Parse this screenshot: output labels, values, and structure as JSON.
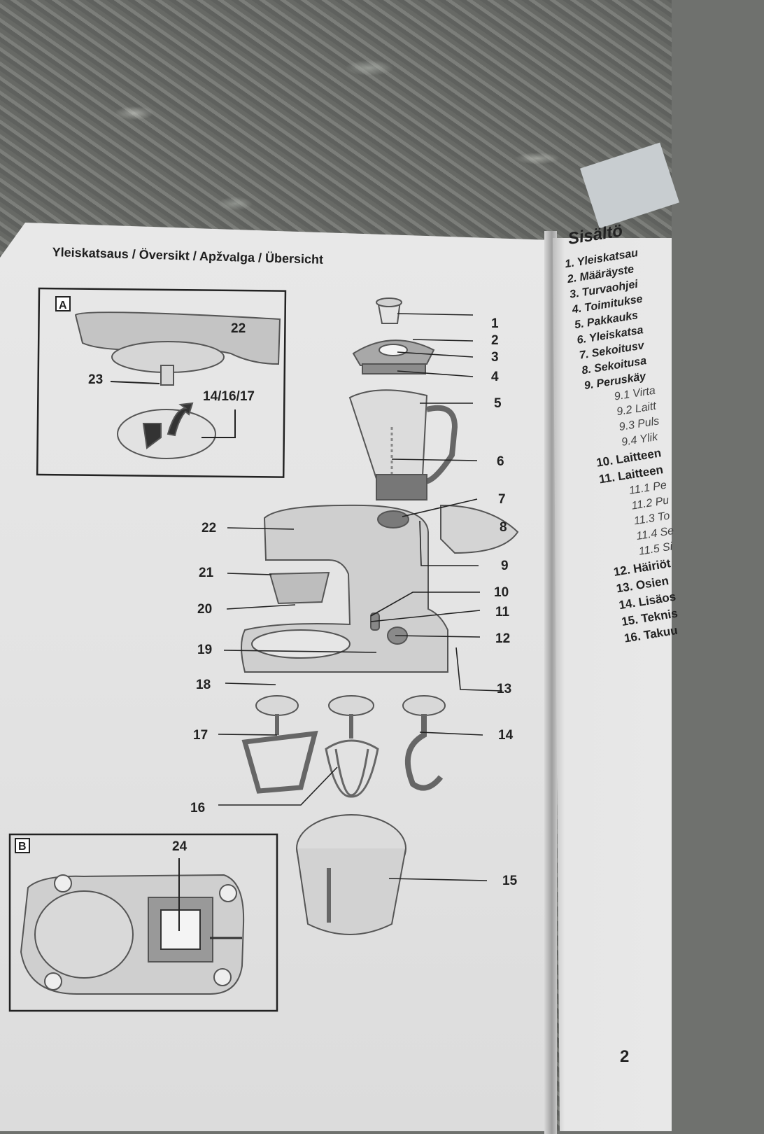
{
  "heading": "Yleiskatsaus / Översikt / Apžvalga / Übersicht",
  "box_a": {
    "label": "A",
    "parts": [
      "22",
      "23",
      "14/16/17"
    ]
  },
  "box_b": {
    "label": "B",
    "parts": [
      "24"
    ]
  },
  "callouts": [
    "1",
    "2",
    "3",
    "4",
    "5",
    "6",
    "7",
    "8",
    "9",
    "10",
    "11",
    "12",
    "13",
    "14",
    "15",
    "16",
    "17",
    "18",
    "19",
    "20",
    "21",
    "22"
  ],
  "toc": {
    "title": "Sisältö",
    "items": [
      "1. Yleiskatsau",
      "2. Määräyste",
      "3. Turvaohjei",
      "4. Toimitukse",
      "5. Pakkauks",
      "6. Yleiskatsa",
      "7. Sekoitusv",
      "8. Sekoitusa",
      "9. Peruskäy"
    ],
    "sub_items_9": [
      "9.1 Virta",
      "9.2 Laitt",
      "9.3 Puls",
      "9.4 Ylik"
    ],
    "items_10_11": [
      "10. Laitteen",
      "11. Laitteen"
    ],
    "sub_items_11": [
      "11.1 Pe",
      "11.2 Pu",
      "11.3 To",
      "11.4 Se",
      "11.5 Si"
    ],
    "items_12_16": [
      "12. Häiriöt",
      "13. Osien",
      "14. Lisäos",
      "15. Teknis",
      "16. Takuu"
    ]
  },
  "page_number": "2",
  "colors": {
    "page": "#e5e5e5",
    "ink": "#222222",
    "device_fill": "#c9c9c9",
    "carpet": "#6f716e"
  }
}
